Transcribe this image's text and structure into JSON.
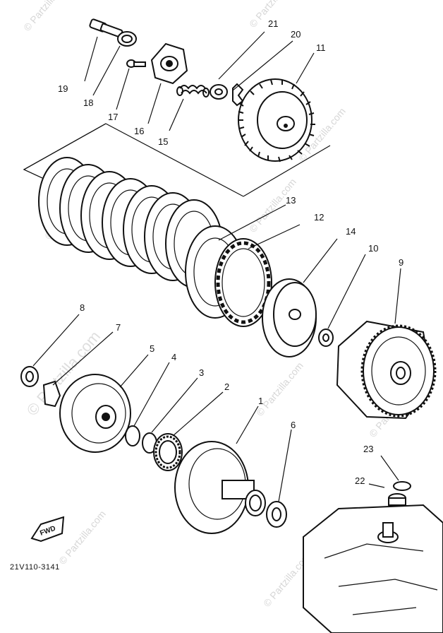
{
  "diagram": {
    "callouts": [
      "1",
      "2",
      "3",
      "4",
      "5",
      "6",
      "7",
      "8",
      "9",
      "10",
      "11",
      "12",
      "13",
      "14",
      "15",
      "16",
      "17",
      "18",
      "19",
      "20",
      "21",
      "22",
      "23"
    ],
    "drawing_code": "21V110-3141",
    "fwd_label": "FWD",
    "watermark": "© Partzilla.com"
  }
}
